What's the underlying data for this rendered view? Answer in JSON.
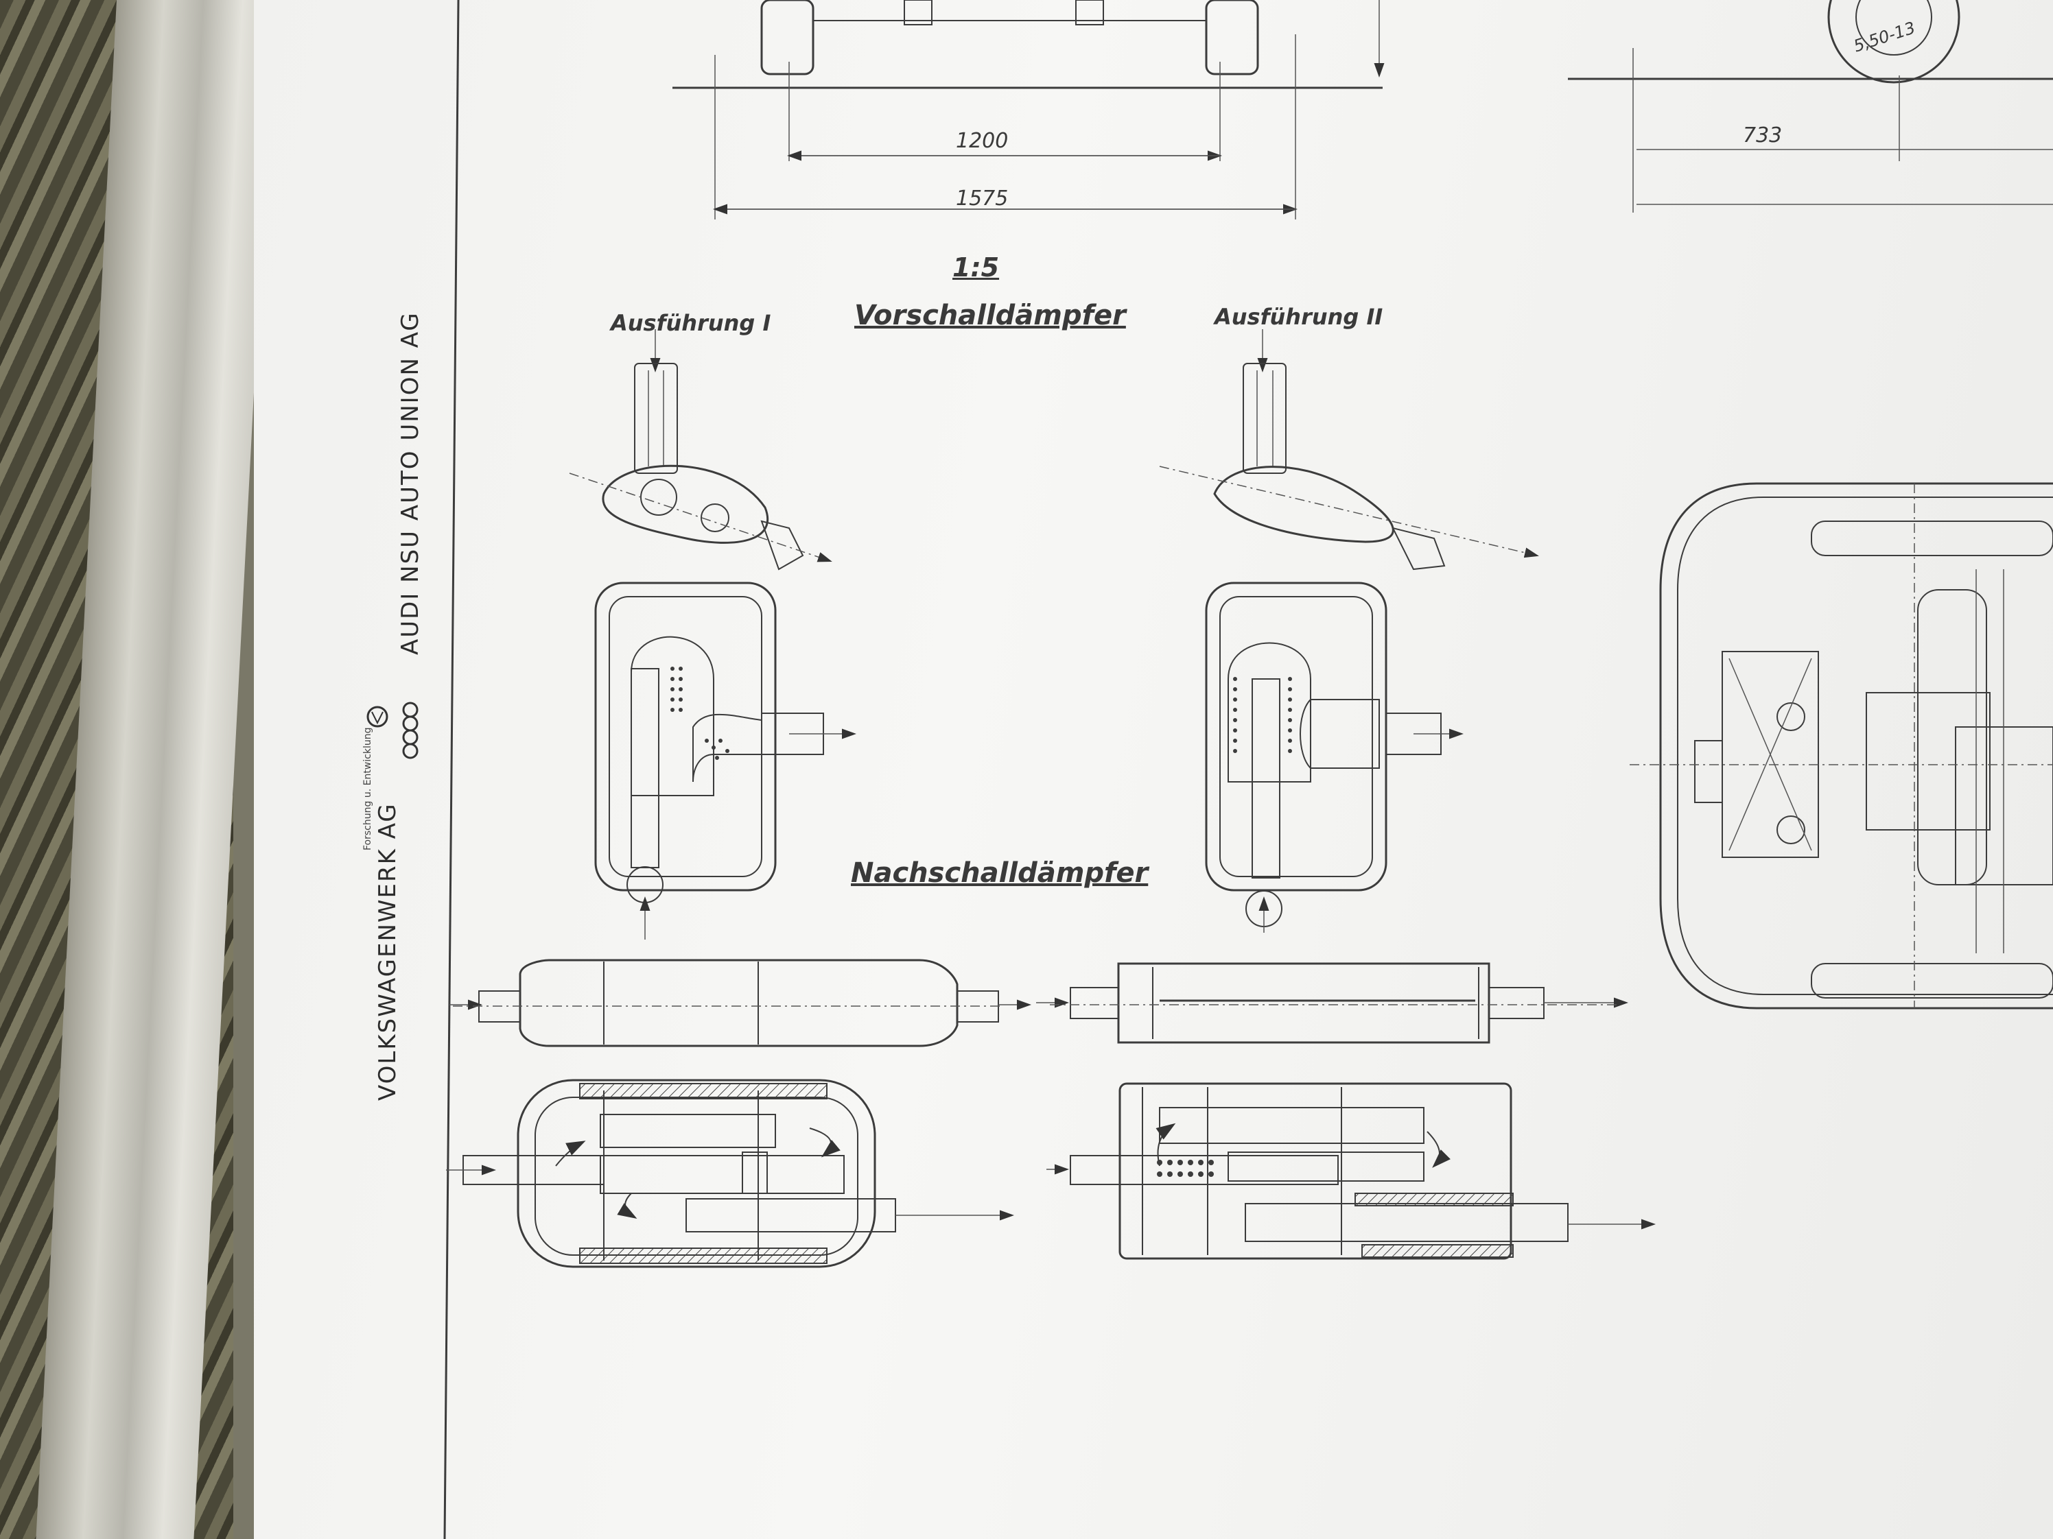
{
  "dimensions": {
    "track_inner": "1200",
    "track_outer": "1575",
    "side_dim": "733",
    "tire": "5,50-13"
  },
  "scale": "1:5",
  "labels": {
    "version_1": "Ausführung I",
    "version_2": "Ausführung II",
    "pre_muffler": "Vorschalldämpfer",
    "rear_muffler": "Nachschalldämpfer"
  },
  "company": {
    "line1": "VOLKSWAGENWERK AG",
    "line2": "AUDI NSU AUTO UNION AG",
    "small_print": "Forschung u. Entwicklung"
  },
  "colors": {
    "paper": "#f4f4f2",
    "ink": "#3c3c3c",
    "frame": "#c9c8c0",
    "carpet": "#5a5744"
  }
}
